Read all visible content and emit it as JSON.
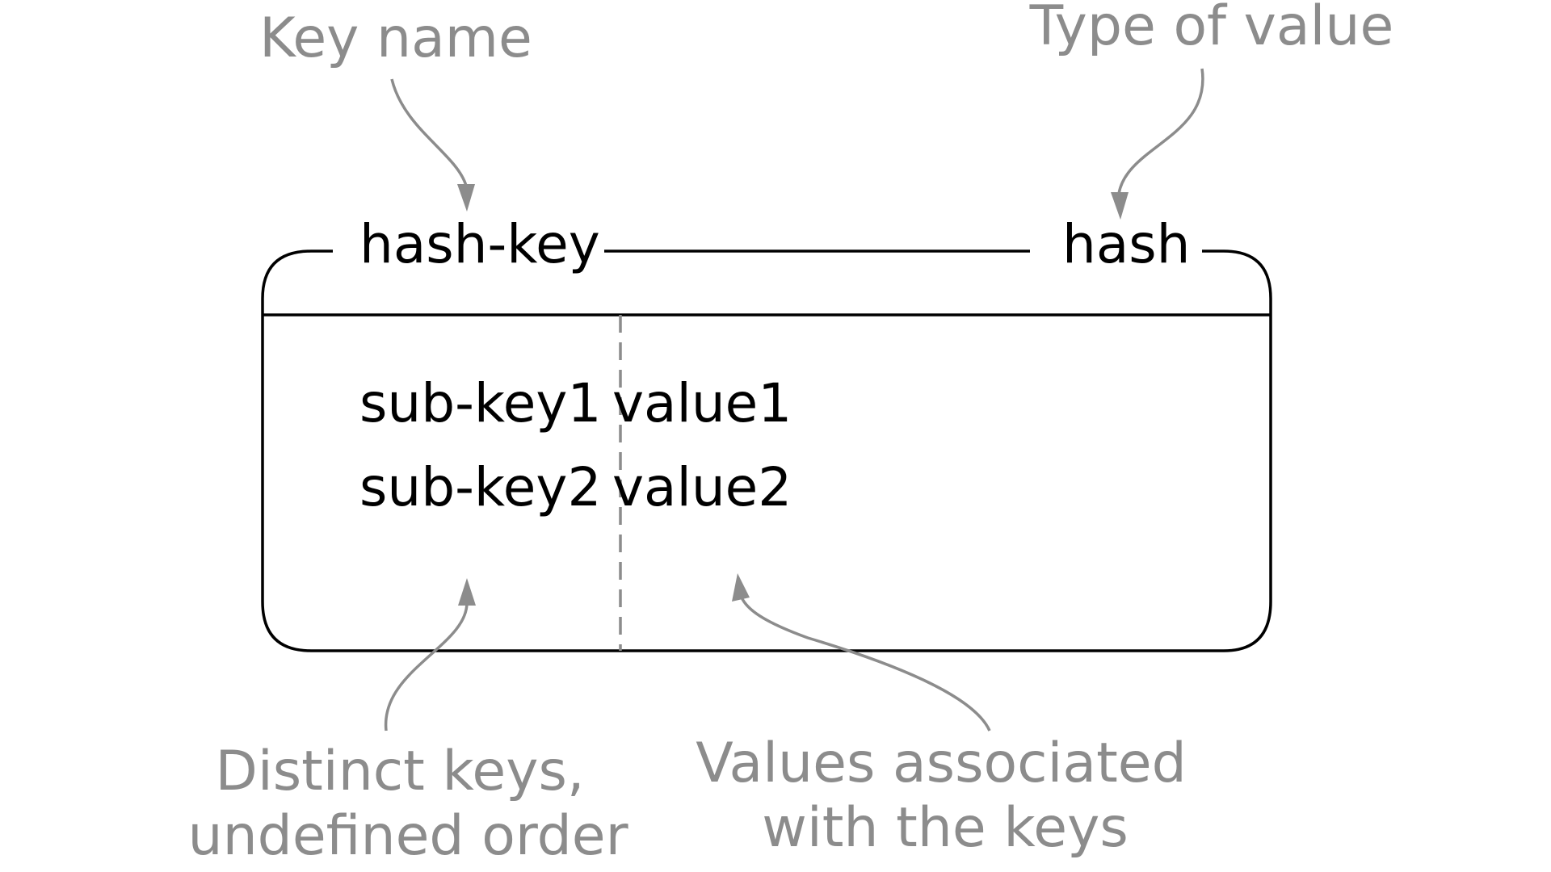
{
  "labels": {
    "key_name": "Key name",
    "type_of_value": "Type of value",
    "distinct_keys_line1": "Distinct keys,",
    "distinct_keys_line2": "undefined order",
    "values_associated_line1": "Values associated",
    "values_associated_line2": "with the keys"
  },
  "header": {
    "key": "hash-key",
    "type": "hash"
  },
  "entries": [
    {
      "sub_key": "sub-key1",
      "value": "value1"
    },
    {
      "sub_key": "sub-key2",
      "value": "value2"
    }
  ],
  "colors": {
    "annotation": "#8c8c8c",
    "content": "#000000",
    "background": "#ffffff"
  }
}
